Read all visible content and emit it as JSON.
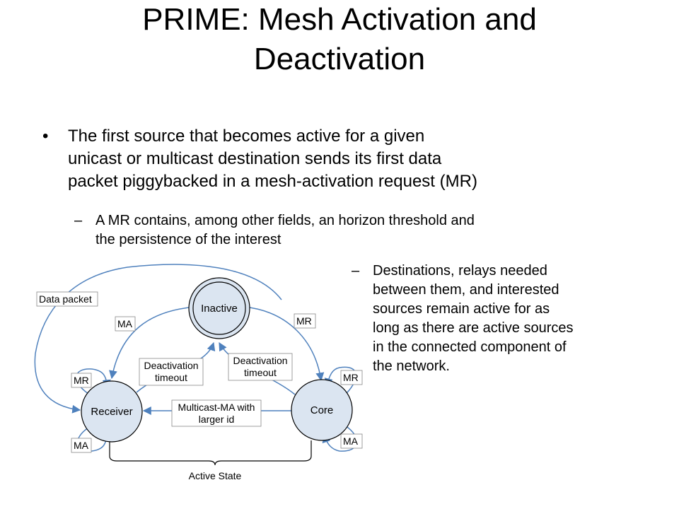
{
  "slide": {
    "title_lines": [
      "PRIME: Mesh Activation and",
      "Deactivation"
    ],
    "bullet": {
      "marker": "•",
      "lines": [
        "The first source that becomes active for a given",
        "unicast or multicast destination sends its first data",
        "packet piggybacked in a mesh-activation request (MR)"
      ]
    },
    "sub_bullet_1": {
      "marker": "–",
      "lines": [
        "A MR contains, among other fields, an horizon threshold and",
        "the persistence of the interest"
      ]
    },
    "sub_bullet_2": {
      "marker": "–",
      "lines": [
        "Destinations, relays needed",
        "between them, and interested",
        "sources remain active for as",
        "long as there are active sources",
        "in the connected component of",
        "the network."
      ]
    }
  },
  "diagram": {
    "nodes": {
      "inactive": "Inactive",
      "receiver": "Receiver",
      "core": "Core"
    },
    "labels": {
      "data_packet": "Data packet",
      "ma_top": "MA",
      "mr_top": "MR",
      "deact_left": [
        "Deactivation",
        "timeout"
      ],
      "deact_right": [
        "Deactivation",
        "timeout"
      ],
      "multicast_ma": [
        "Multicast-MA with",
        "larger id"
      ],
      "receiver_mr": "MR",
      "receiver_ma": "MA",
      "core_mr": "MR",
      "core_ma": "MA",
      "active_state": "Active State"
    },
    "colors": {
      "node_fill": "#dbe5f1",
      "edge": "#4f81bd",
      "outline": "#000000"
    }
  }
}
